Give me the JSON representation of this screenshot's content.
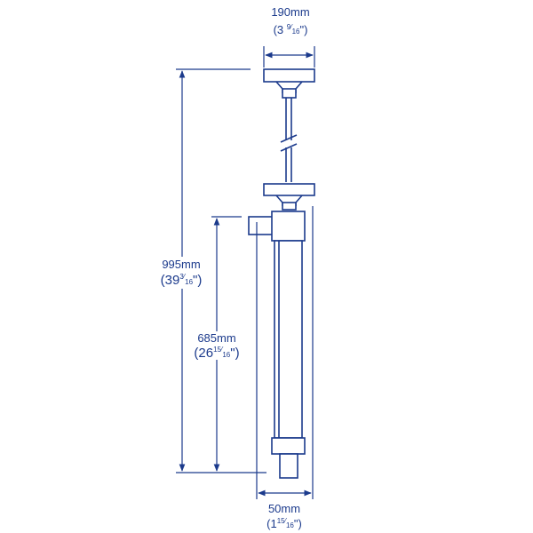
{
  "colors": {
    "line": "#1b3a8c",
    "background": "#ffffff"
  },
  "dimensions": {
    "handle_width": {
      "metric": "190mm",
      "imperial_whole": "3",
      "imperial_num": "9",
      "imperial_den": "16",
      "imperial_close": "\")"
    },
    "total_height": {
      "metric": "995mm",
      "imperial_whole": "39",
      "imperial_num": "3",
      "imperial_den": "16",
      "imperial_close": "\")"
    },
    "barrel_height": {
      "metric": "685mm",
      "imperial_whole": "26",
      "imperial_num": "15",
      "imperial_den": "16",
      "imperial_close": "\")"
    },
    "barrel_width": {
      "metric": "50mm",
      "imperial_whole": "1",
      "imperial_num": "15",
      "imperial_den": "16",
      "imperial_close": "\")"
    }
  }
}
